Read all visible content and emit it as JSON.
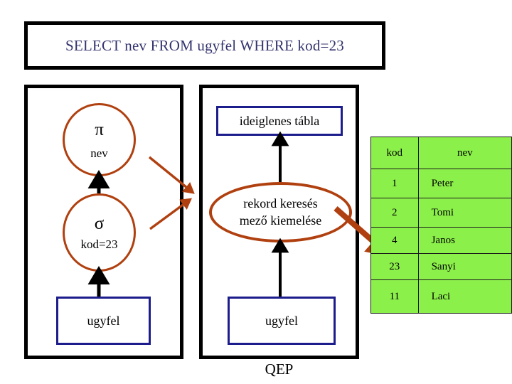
{
  "sql": {
    "query": "SELECT nev FROM ugyfel WHERE kod=23"
  },
  "logical_plan": {
    "panel_name": "logical-query-tree",
    "project": {
      "operator": "π",
      "argument": "nev"
    },
    "select": {
      "operator": "σ",
      "argument": "kod=23"
    },
    "relation": "ugyfel"
  },
  "physical_plan": {
    "panel_name": "query-execution-plan",
    "caption": "QEP",
    "temp_table": "ideiglenes tábla",
    "access_method": {
      "line1": "rekord keresés",
      "line2": "mező kiemelése"
    },
    "relation": "ugyfel"
  },
  "table_data": {
    "type": "table",
    "name": "ugyfel",
    "columns": [
      "kod",
      "nev"
    ],
    "rows": [
      {
        "kod": "1",
        "nev": "Peter"
      },
      {
        "kod": "2",
        "nev": "Tomi"
      },
      {
        "kod": "4",
        "nev": "Janos"
      },
      {
        "kod": "23",
        "nev": "Sanyi"
      },
      {
        "kod": "11",
        "nev": "Laci"
      }
    ],
    "highlighted_row_index": 3
  },
  "colors": {
    "frame": "#000000",
    "sql_text": "#33336e",
    "operator_outline": "#b0400f",
    "box_border": "#1c1c8c",
    "table_fill": "#8cf04b",
    "table_border": "#1a1a1a"
  }
}
